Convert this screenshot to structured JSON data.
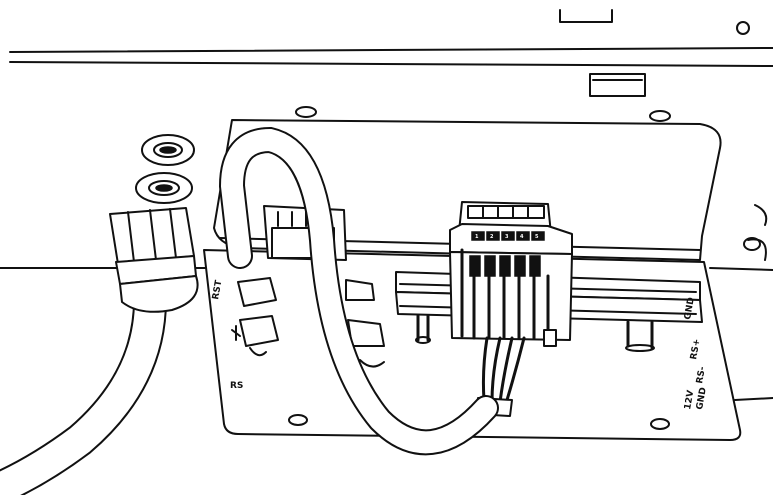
{
  "figure": {
    "bracket_labels": [
      "RST",
      "RS"
    ],
    "plate_labels": [
      "GND",
      "RS+",
      "RS-",
      "12V",
      "GND"
    ],
    "terminal_tags": [
      "1",
      "2",
      "3",
      "4",
      "5"
    ],
    "line_color": "#111111",
    "background": "#ffffff"
  }
}
